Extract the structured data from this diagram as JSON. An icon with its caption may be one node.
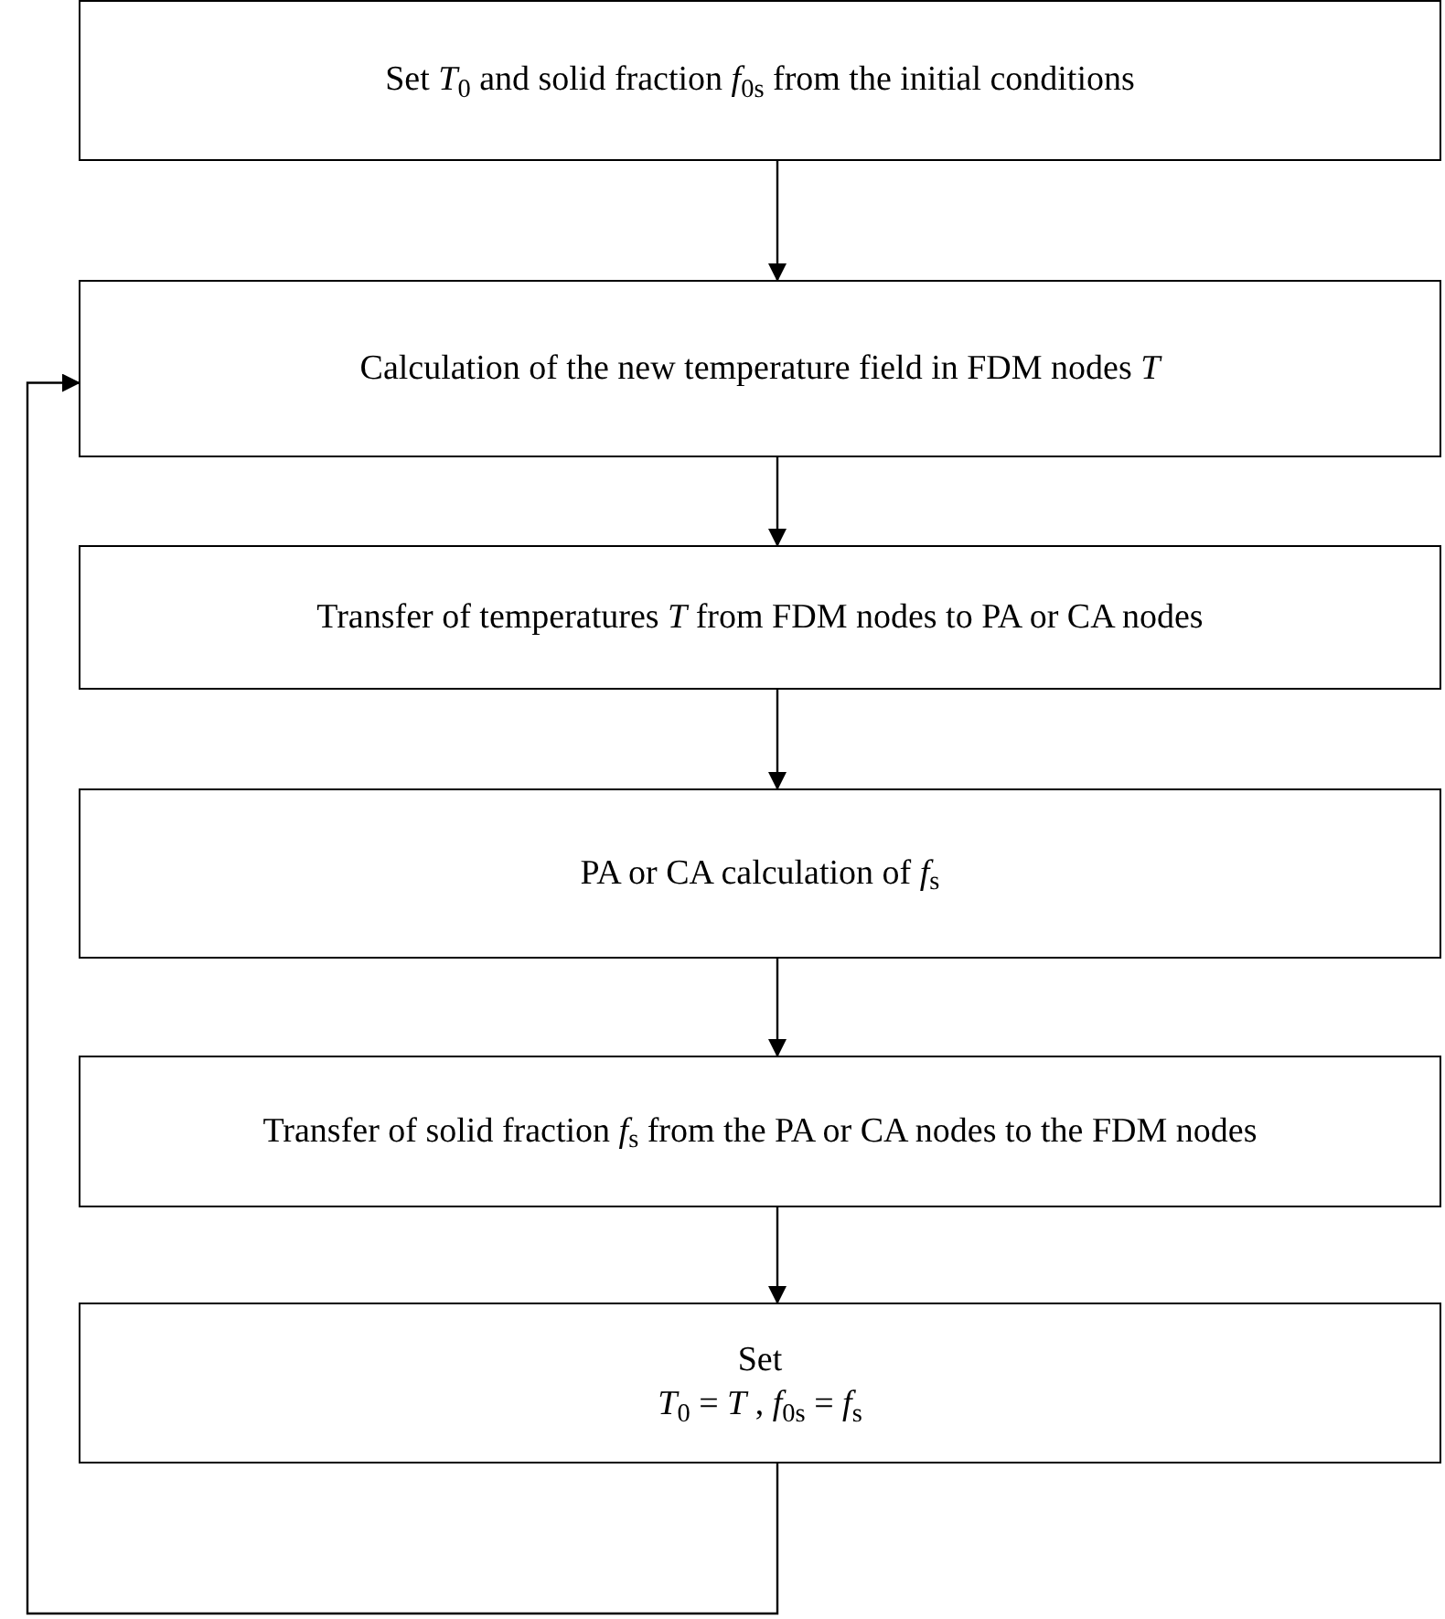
{
  "diagram": {
    "nodes": [
      {
        "text": [
          "Set *T*$_{0}$ and solid fraction *f*$_{0s}$ from the initial conditions"
        ]
      },
      {
        "text": [
          "Calculation of the new temperature field in FDM nodes *T*"
        ]
      },
      {
        "text": [
          "Transfer of temperatures *T* from FDM nodes to PA or CA nodes"
        ]
      },
      {
        "text": [
          "PA or CA calculation of *f*$_{s}$"
        ]
      },
      {
        "text": [
          "Transfer of solid fraction *f*$_{s}$ from the PA or CA nodes to the FDM nodes"
        ]
      },
      {
        "text": [
          "Set",
          "*T*$_{0}$ = *T* , *f*$_{0s}$ = *f*$_{s}$"
        ]
      }
    ],
    "edges": [
      {
        "from": 0,
        "to": 1,
        "arrow": "to"
      },
      {
        "from": 1,
        "to": 2,
        "arrow": "to"
      },
      {
        "from": 2,
        "to": 3,
        "arrow": "to"
      },
      {
        "from": 3,
        "to": 4,
        "arrow": "to"
      },
      {
        "from": 4,
        "to": 5,
        "arrow": "to"
      },
      {
        "from": 5,
        "to": 1,
        "arrow": "to"
      }
    ]
  }
}
